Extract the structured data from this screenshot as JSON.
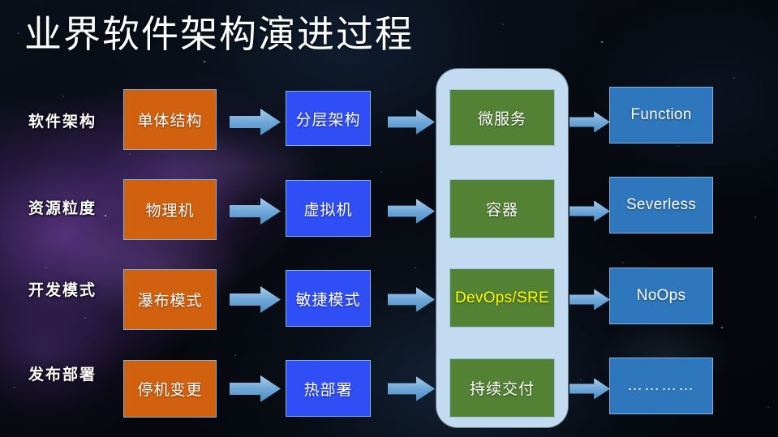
{
  "slide": {
    "title": "业界软件架构演进过程",
    "background": "space-nebula",
    "colors": {
      "col1": "#d1610e",
      "col2": "#2f4ef5",
      "col3": "#538235",
      "col4": "#2e77bc",
      "frame": "#c3dbf0",
      "arrow": "#6ca5d8",
      "accent_text": "#ffff00"
    }
  },
  "rows": [
    {
      "label": "软件架构",
      "cells": [
        {
          "text": "单体结构",
          "stage": "stage-1"
        },
        {
          "text": "分层架构",
          "stage": "stage-2"
        },
        {
          "text": "微服务",
          "stage": "stage-3"
        },
        {
          "text": "Function",
          "stage": "stage-4"
        }
      ]
    },
    {
      "label": "资源粒度",
      "cells": [
        {
          "text": "物理机",
          "stage": "stage-1"
        },
        {
          "text": "虚拟机",
          "stage": "stage-2"
        },
        {
          "text": "容器",
          "stage": "stage-3"
        },
        {
          "text": "Severless",
          "stage": "stage-4"
        }
      ]
    },
    {
      "label": "开发模式",
      "cells": [
        {
          "text": "瀑布模式",
          "stage": "stage-1"
        },
        {
          "text": "敏捷模式",
          "stage": "stage-2"
        },
        {
          "text": "DevOps/SRE",
          "stage": "stage-3"
        },
        {
          "text": "NoOps",
          "stage": "stage-4"
        }
      ]
    },
    {
      "label": "发布部署",
      "cells": [
        {
          "text": "停机变更",
          "stage": "stage-1"
        },
        {
          "text": "热部署",
          "stage": "stage-2"
        },
        {
          "text": "持续交付",
          "stage": "stage-3"
        },
        {
          "text": "…………",
          "stage": "stage-4"
        }
      ]
    }
  ]
}
